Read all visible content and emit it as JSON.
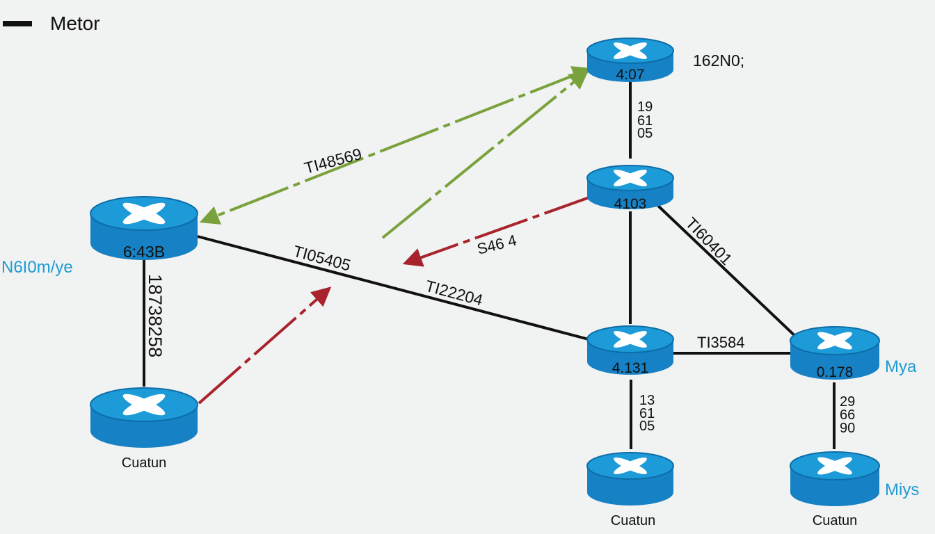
{
  "legend": {
    "label": "Metor",
    "swatch_color": "#111111"
  },
  "colors": {
    "router_body": "#1681c4",
    "router_top": "#1d9bd8",
    "router_rim": "#0c6da8",
    "router_symbol": "#ffffff",
    "link": "#111111",
    "green_flow": "#7aa23c",
    "red_flow": "#a8232b",
    "side_label": "#1f9bd2"
  },
  "side_labels": {
    "left": "N6I0m/ye",
    "right_middle": "Mya",
    "right_bottom": "Miys"
  },
  "routers": [
    {
      "id": "top",
      "label": "4:07",
      "icon": "router-icon"
    },
    {
      "id": "mid",
      "label": "4103",
      "icon": "router-icon"
    },
    {
      "id": "left",
      "label": "6:43B",
      "icon": "router-icon"
    },
    {
      "id": "bottom-left",
      "label": "",
      "icon": "router-icon"
    },
    {
      "id": "center",
      "label": "4.131",
      "icon": "router-icon"
    },
    {
      "id": "right",
      "label": "0.178",
      "icon": "router-icon"
    },
    {
      "id": "bottom-center",
      "label": "",
      "icon": "router-icon"
    },
    {
      "id": "bottom-right",
      "label": "",
      "icon": "router-icon"
    }
  ],
  "captions": {
    "bottom_left": "Cuatun",
    "bottom_center": "Cuatun",
    "bottom_right": "Cuatun",
    "top_right": "162N0;"
  },
  "link_labels": {
    "top_mid": [
      "19",
      "61",
      "05"
    ],
    "center_bottom": [
      "13",
      "61",
      "05"
    ],
    "right_bottom": [
      "29",
      "66",
      "90"
    ],
    "left_vertical": "18738258",
    "green_upper": "TI48569",
    "left_center_a": "TI05405",
    "left_center_b": "TI22204",
    "mid_right": "TI60401",
    "center_right": "TI3584",
    "red_upper": "S46 4"
  }
}
